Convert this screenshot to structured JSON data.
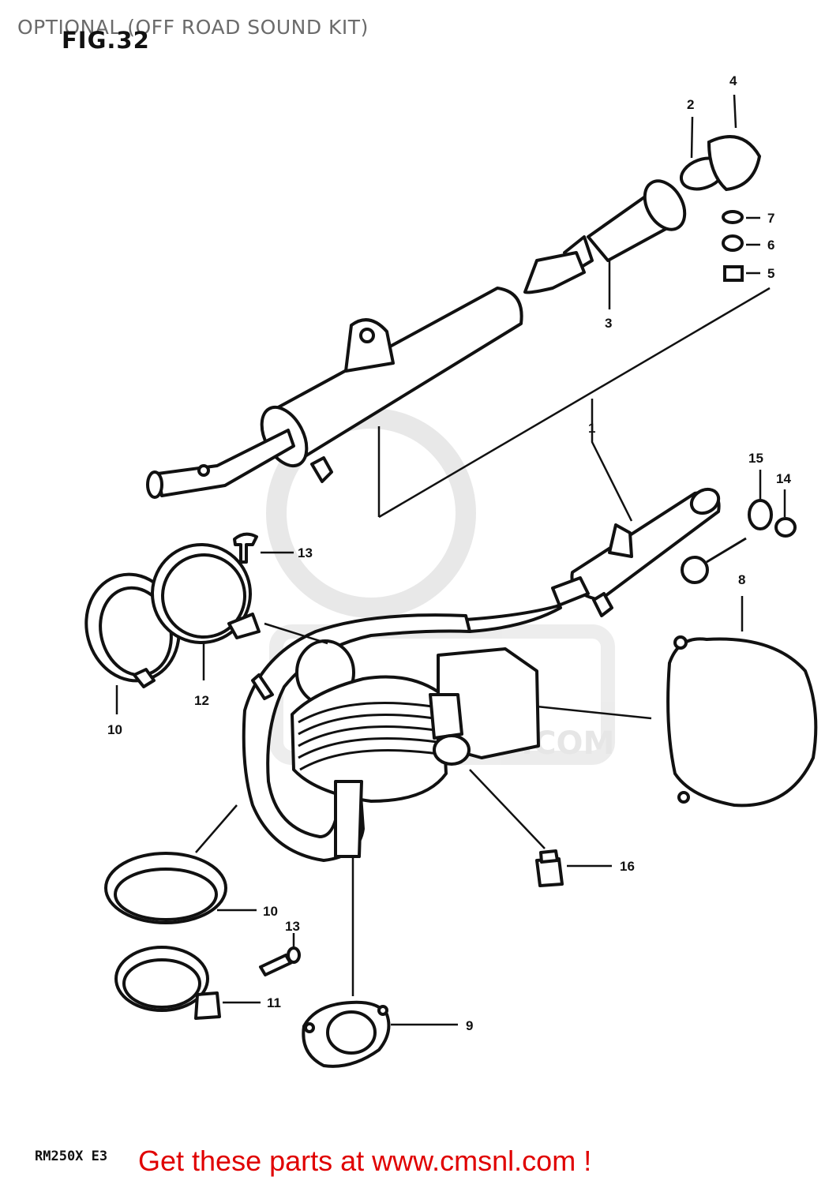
{
  "header": {
    "title": "OPTIONAL (OFF ROAD SOUND KIT)",
    "figure": "FIG.32"
  },
  "diagram": {
    "callouts": [
      "1",
      "2",
      "3",
      "4",
      "5",
      "6",
      "7",
      "8",
      "9",
      "10",
      "10",
      "11",
      "12",
      "13",
      "13",
      "14",
      "15",
      "16"
    ]
  },
  "watermark": {
    "text": ".COM"
  },
  "footer": {
    "model_code": "RM250X E3",
    "link_text": "Get these parts at www.cmsnl.com !"
  }
}
